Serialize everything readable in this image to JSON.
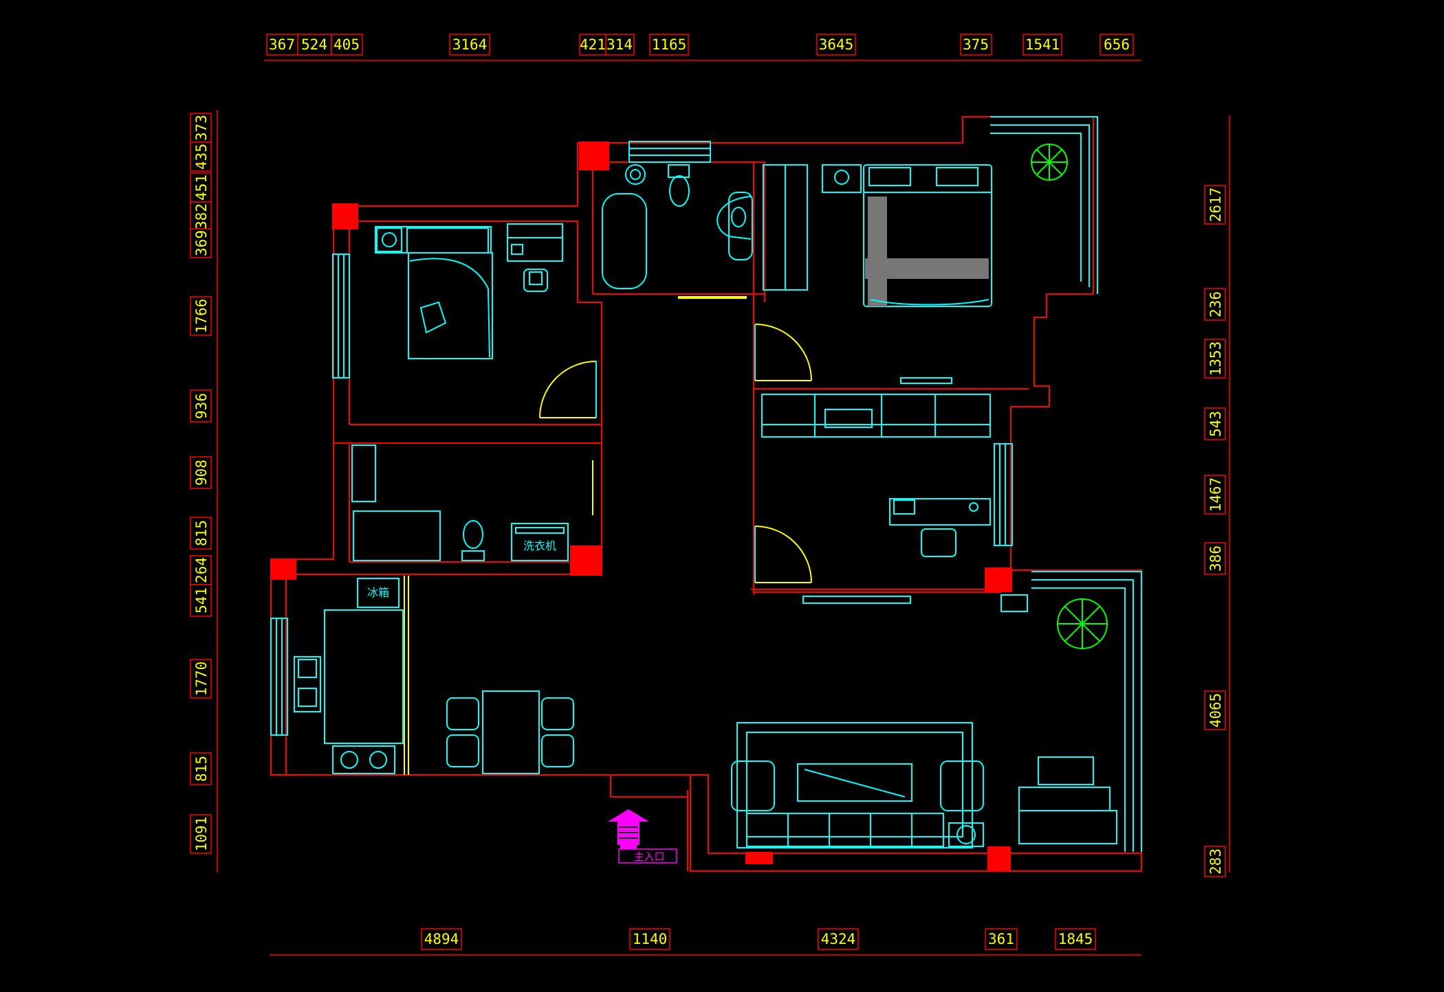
{
  "diagram": {
    "dimensions_top": [
      "367",
      "524",
      "405",
      "3164",
      "421",
      "314",
      "1165",
      "3645",
      "375",
      "1541",
      "656"
    ],
    "dimensions_bottom": [
      "4894",
      "1140",
      "4324",
      "361",
      "1845"
    ],
    "dimensions_left": [
      "373",
      "435",
      "451",
      "382",
      "369",
      "1766",
      "936",
      "908",
      "815",
      "264",
      "541",
      "1770",
      "815",
      "1091"
    ],
    "dimensions_right": [
      "2617",
      "236",
      "1353",
      "543",
      "1467",
      "386",
      "4065",
      "283"
    ],
    "labels": {
      "entrance": "主入口",
      "fridge": "冰箱",
      "washer": "洗衣机"
    },
    "colors": {
      "background": "#000000",
      "walls": "#ff0000",
      "furniture": "#00ffff",
      "doors": "#ffff00",
      "dimension_text": "#ffff00",
      "plants": "#00ff00",
      "entrance_marker": "#ff00ff"
    }
  }
}
